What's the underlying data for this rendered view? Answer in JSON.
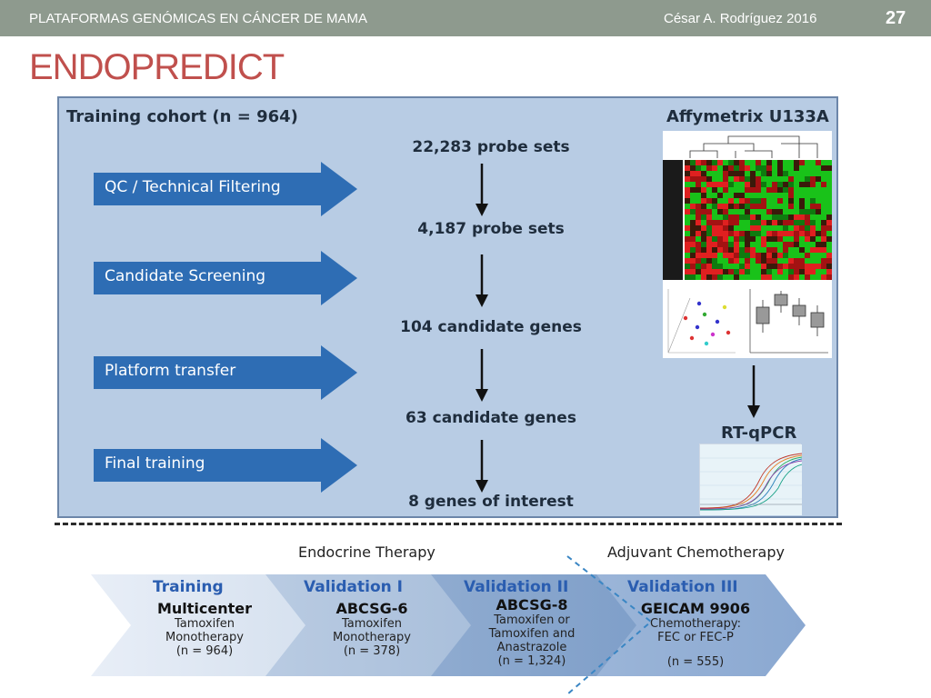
{
  "header": {
    "footer_left": "PLATAFORMAS GENÓMICAS EN CÁNCER DE MAMA",
    "footer_right": "César A. Rodríguez  2016",
    "slide_number": "27"
  },
  "title": "ENDOPREDICT",
  "panel": {
    "title": "Training cohort (n = 964)",
    "platform": "Affymetrix U133A",
    "rtqpcr": "RT-qPCR",
    "steps": [
      {
        "label": "QC / Technical Filtering"
      },
      {
        "label": "Candidate Screening"
      },
      {
        "label": "Platform transfer"
      },
      {
        "label": "Final training"
      }
    ],
    "stages": [
      "22,283 probe sets",
      "4,187 probe sets",
      "104 candidate genes",
      "63 candidate genes",
      "8 genes of interest"
    ]
  },
  "phases": {
    "endocrine": "Endocrine Therapy",
    "chemo": "Adjuvant Chemotherapy"
  },
  "flow": [
    {
      "head": "Training",
      "main": "Multicenter",
      "sub": [
        "Tamoxifen",
        "Monotherapy",
        "(n = 964)"
      ]
    },
    {
      "head": "Validation I",
      "main": "ABCSG-6",
      "sub": [
        "Tamoxifen",
        "Monotherapy",
        "(n = 378)"
      ]
    },
    {
      "head": "Validation II",
      "main": "ABCSG-8",
      "sub": [
        "Tamoxifen or",
        "Tamoxifen and",
        "Anastrazole",
        "(n = 1,324)"
      ]
    },
    {
      "head": "Validation III",
      "main": "GEICAM 9906",
      "sub": [
        "Chemotherapy:",
        "FEC or FEC-P",
        "",
        "(n = 555)"
      ]
    }
  ],
  "colors": {
    "title_red": "#c0504d",
    "topbar": "#8e9a8e",
    "panel_bg": "#b8cce4",
    "arrow_blue": "#2e6db4",
    "chevron_blue": "#2a5db0"
  }
}
